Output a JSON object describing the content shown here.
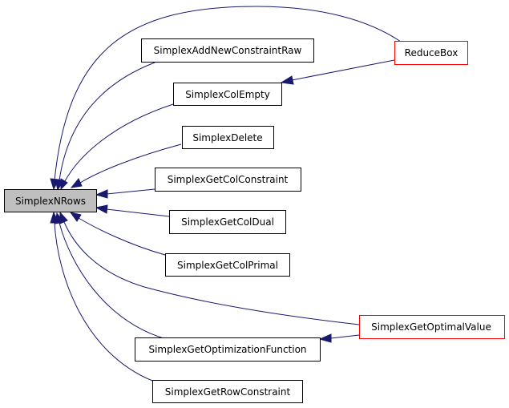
{
  "colors": {
    "edge": "#191970",
    "focus_fill": "#bfbfbf",
    "node_border": "#000000",
    "truncated_border": "#ff0000"
  },
  "nodes": {
    "simplexnrows": "SimplexNRows",
    "addnewconstraintraw": "SimplexAddNewConstraintRaw",
    "colempty": "SimplexColEmpty",
    "delete": "SimplexDelete",
    "getcolconstraint": "SimplexGetColConstraint",
    "getcoldual": "SimplexGetColDual",
    "getcolprimal": "SimplexGetColPrimal",
    "getoptimizationfunction": "SimplexGetOptimizationFunction",
    "getrowconstraint": "SimplexGetRowConstraint",
    "reducebox": "ReduceBox",
    "getoptimalvalue": "SimplexGetOptimalValue"
  }
}
